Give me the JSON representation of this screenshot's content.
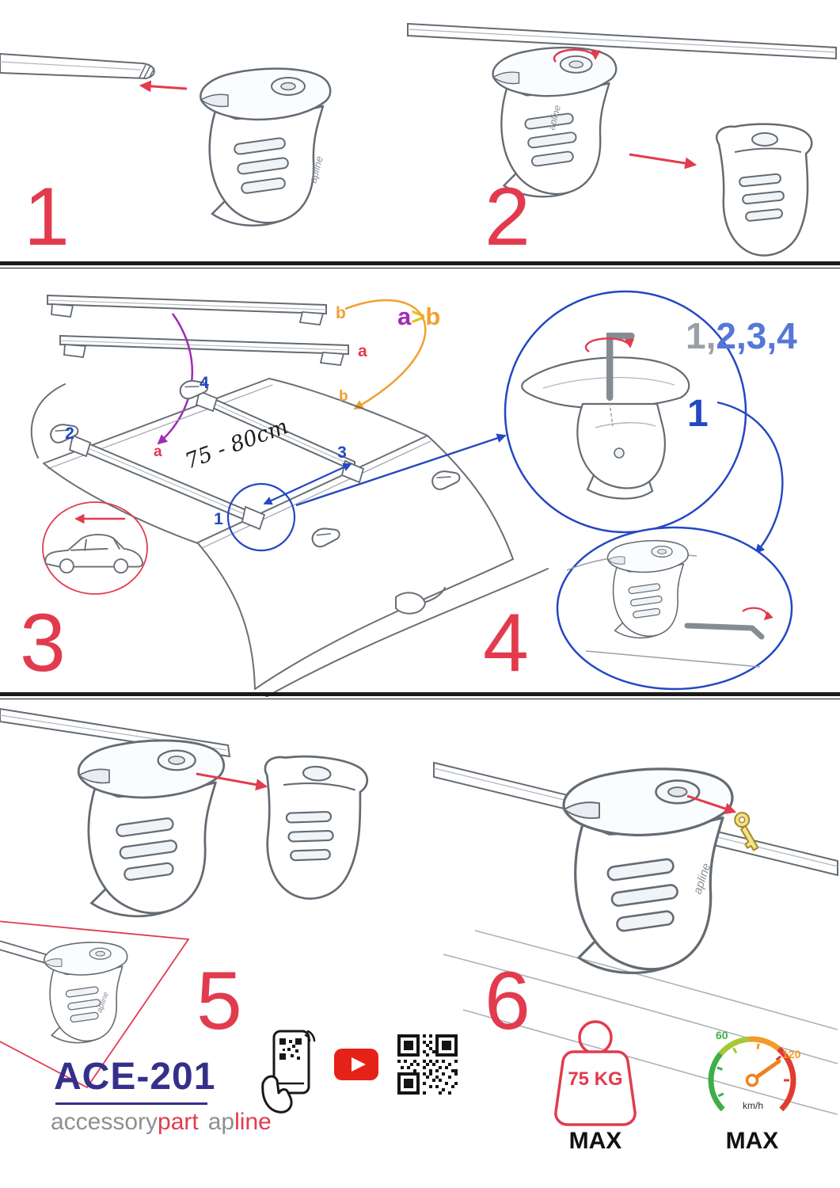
{
  "colors": {
    "red": "#e23b4e",
    "blue": "#2447c2",
    "light_blue": "#5577d8",
    "gray": "#9aa0a8",
    "purple": "#a02bb5",
    "orange": "#f0a030",
    "navy": "#34308a",
    "youtube_red": "#e62117",
    "green": "#3fae49",
    "gauge_orange": "#f59a23",
    "line_art": "#646b73"
  },
  "steps": {
    "s1": "1",
    "s2": "2",
    "s3": "3",
    "s4": "4",
    "s5": "5",
    "s6": "6"
  },
  "assembly": {
    "bar_label_top": "b",
    "bar_label_bottom": "a",
    "comparison_a": "a",
    "comparison_op": ">",
    "comparison_b": "b",
    "sequence_gray": "1,",
    "sequence_blue": "2,3,4",
    "measurement": "75 - 80cm",
    "roof_pos_1": "1",
    "roof_pos_2": "2",
    "roof_pos_3": "3",
    "roof_pos_4": "4",
    "roof_label_a": "a",
    "roof_label_b": "b",
    "callout_step": "1"
  },
  "brand": {
    "model": "ACE-201",
    "word1_gray": "accessory",
    "word1_red": "part",
    "word2_gray": "ap",
    "word2_red": "line",
    "foot_logo": "apline"
  },
  "limits": {
    "weight_value": "75 KG",
    "weight_max": "MAX",
    "speed_low": "60",
    "speed_high": "120",
    "speed_unit": "km/h",
    "speed_max": "MAX"
  }
}
